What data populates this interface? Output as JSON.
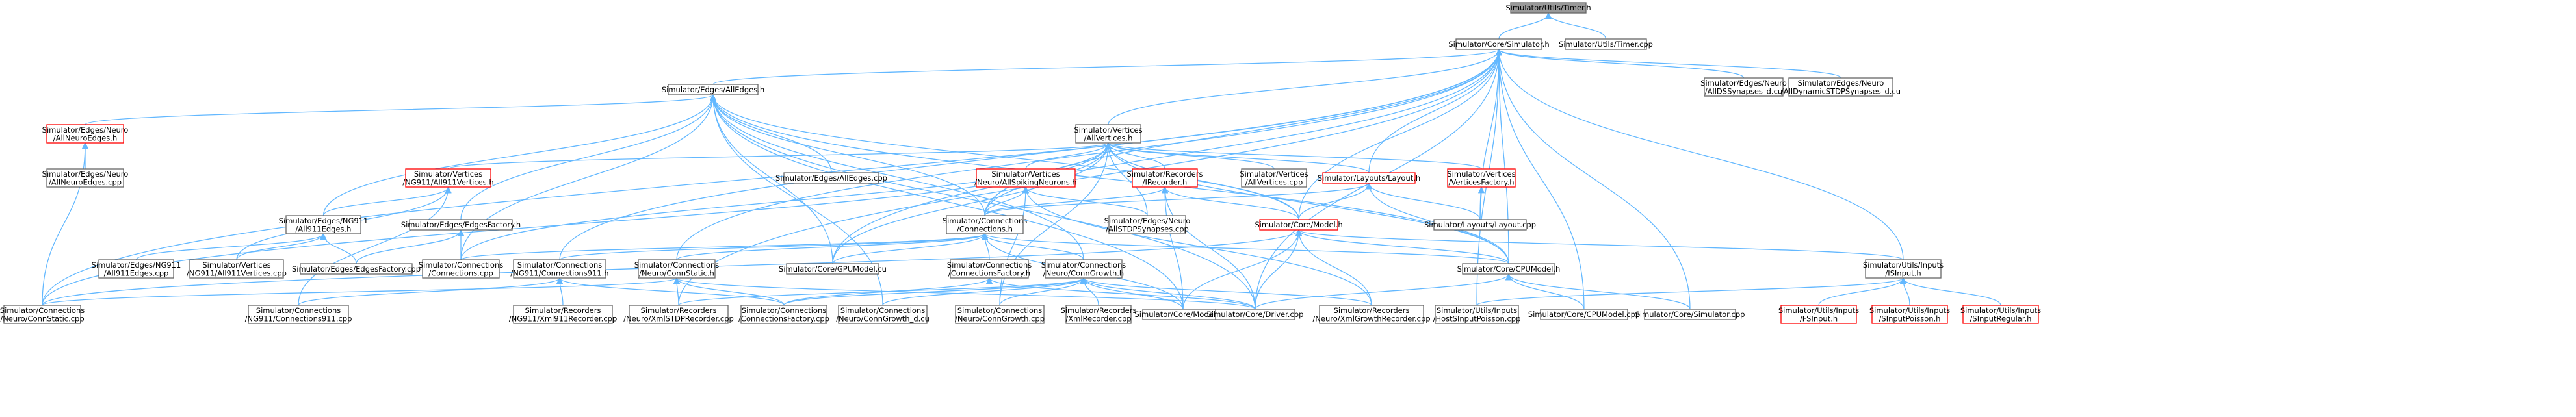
{
  "colors": {
    "edge": "#63B8FF",
    "node_border": "#666666",
    "node_fill": "#ffffff",
    "root_fill": "#999999",
    "root_border": "#666666",
    "incomplete_border": "#ff0000"
  },
  "nodes": {
    "timer_h": [
      "Simulator/Utils/Timer.h"
    ],
    "simulator_h": [
      "Simulator/Core/Simulator.h"
    ],
    "timer_cpp": [
      "Simulator/Utils/Timer.cpp"
    ],
    "alledges_h": [
      "Simulator/Edges/AllEdges.h"
    ],
    "allds_cu": [
      "Simulator/Edges/Neuro",
      "/AllDSSynapses_d.cu"
    ],
    "alldyn_cu": [
      "Simulator/Edges/Neuro",
      "/AllDynamicSTDPSynapses_d.cu"
    ],
    "allneuroedges_h": [
      "Simulator/Edges/Neuro",
      "/AllNeuroEdges.h"
    ],
    "allneuroedges_cpp": [
      "Simulator/Edges/Neuro",
      "/AllNeuroEdges.cpp"
    ],
    "allvertices_h": [
      "Simulator/Vertices",
      "/AllVertices.h"
    ],
    "alledges_cpp": [
      "Simulator/Edges/AllEdges.cpp"
    ],
    "all911vert_h": [
      "Simulator/Vertices",
      "/NG911/All911Vertices.h"
    ],
    "allspiking_h": [
      "Simulator/Vertices",
      "/Neuro/AllSpikingNeurons.h"
    ],
    "irecorder_h": [
      "Simulator/Recorders",
      "/IRecorder.h"
    ],
    "allvertices_cpp": [
      "Simulator/Vertices",
      "/AllVertices.cpp"
    ],
    "layout_h": [
      "Simulator/Layouts/Layout.h"
    ],
    "vertfactory_h": [
      "Simulator/Vertices",
      "/VerticesFactory.h"
    ],
    "all911edges_h": [
      "Simulator/Edges/NG911",
      "/All911Edges.h"
    ],
    "edgesfactory_h": [
      "Simulator/Edges/EdgesFactory.h"
    ],
    "connections_h": [
      "Simulator/Connections",
      "/Connections.h"
    ],
    "allstdp_h": [
      "Simulator/Edges/Neuro",
      "/AllSTDPSynapses.cpp"
    ],
    "model_h": [
      "Simulator/Core/Model.h"
    ],
    "layout_cpp": [
      "Simulator/Layouts/Layout.cpp"
    ],
    "all911edges_cpp": [
      "Simulator/Edges/NG911",
      "/All911Edges.cpp"
    ],
    "all911vert_cpp": [
      "Simulator/Vertices",
      "/NG911/All911Vertices.cpp"
    ],
    "edgesfactory_cpp": [
      "Simulator/Edges/EdgesFactory.cpp"
    ],
    "connections_cpp": [
      "Simulator/Connections",
      "/Connections.cpp"
    ],
    "conn911_h": [
      "Simulator/Connections",
      "/NG911/Connections911.h"
    ],
    "connstatic_h": [
      "Simulator/Connections",
      "/Neuro/ConnStatic.h"
    ],
    "gpumodel_cu": [
      "Simulator/Core/GPUModel.cu"
    ],
    "connfactory_h": [
      "Simulator/Connections",
      "/ConnectionsFactory.h"
    ],
    "conngrowth_h": [
      "Simulator/Connections",
      "/Neuro/ConnGrowth.h"
    ],
    "cpumodel_h": [
      "Simulator/Core/CPUModel.h"
    ],
    "isinput_h": [
      "Simulator/Utils/Inputs",
      "/ISInput.h"
    ],
    "connstatic_cpp": [
      "Simulator/Connections",
      "/Neuro/ConnStatic.cpp"
    ],
    "conn911_cpp": [
      "Simulator/Connections",
      "/NG911/Connections911.cpp"
    ],
    "xml911_cpp": [
      "Simulator/Recorders",
      "/NG911/Xml911Recorder.cpp"
    ],
    "xmlstdp_cpp": [
      "Simulator/Recorders",
      "/Neuro/XmlSTDPRecorder.cpp"
    ],
    "connfactory_cpp": [
      "Simulator/Connections",
      "/ConnectionsFactory.cpp"
    ],
    "conngrowth_cu": [
      "Simulator/Connections",
      "/Neuro/ConnGrowth_d.cu"
    ],
    "conngrowth_cpp": [
      "Simulator/Connections",
      "/Neuro/ConnGrowth.cpp"
    ],
    "xmlrecorder_cpp": [
      "Simulator/Recorders",
      "/XmlRecorder.cpp"
    ],
    "model_cpp": [
      "Simulator/Core/Model.cpp"
    ],
    "driver_cpp": [
      "Simulator/Core/Driver.cpp"
    ],
    "xmlgrowth_cpp": [
      "Simulator/Recorders",
      "/Neuro/XmlGrowthRecorder.cpp"
    ],
    "hostsinput_cpp": [
      "Simulator/Utils/Inputs",
      "/HostSInputPoisson.cpp"
    ],
    "cpumodel_cpp": [
      "Simulator/Core/CPUModel.cpp"
    ],
    "simulator_cpp": [
      "Simulator/Core/Simulator.cpp"
    ],
    "fsinput_h": [
      "Simulator/Utils/Inputs",
      "/FSInput.h"
    ],
    "sinputpoisson_h": [
      "Simulator/Utils/Inputs",
      "/SInputPoisson.h"
    ],
    "sinputregular_h": [
      "Simulator/Utils/Inputs",
      "/SInputRegular.h"
    ]
  }
}
